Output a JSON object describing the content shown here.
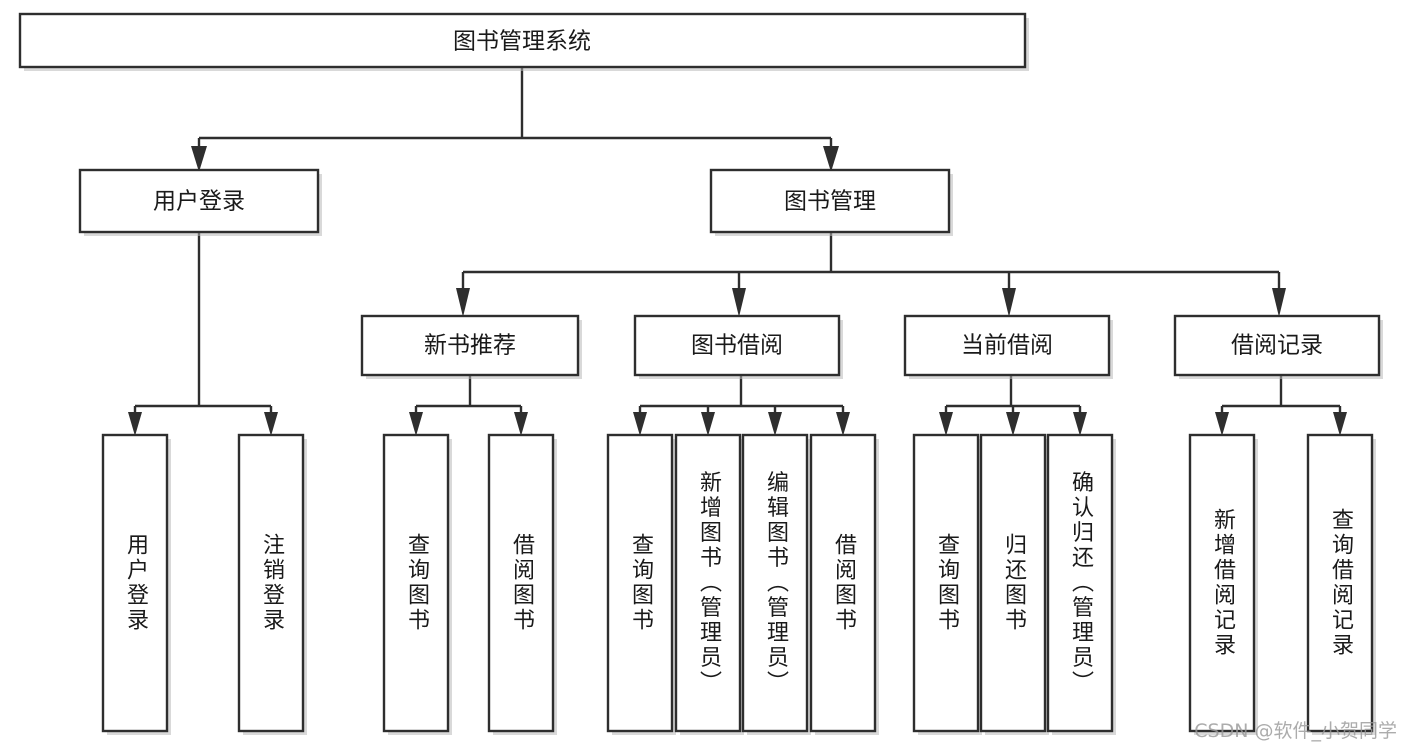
{
  "diagram": {
    "type": "tree-hierarchy",
    "title": "图书管理系统",
    "orientation": "top-down",
    "colors": {
      "stroke": "#2e2e2e",
      "fill": "#ffffff",
      "text": "#1a1a1a",
      "shadow": "#b9b9b9",
      "background": "#ffffff",
      "watermark": "#9a9a9a"
    },
    "levels": {
      "root": {
        "label": "图书管理系统"
      },
      "level2": [
        {
          "id": "user-login",
          "label": "用户登录"
        },
        {
          "id": "book-management",
          "label": "图书管理"
        }
      ],
      "level3": [
        {
          "id": "new-book-recommend",
          "label": "新书推荐",
          "parent": "book-management"
        },
        {
          "id": "book-borrow",
          "label": "图书借阅",
          "parent": "book-management"
        },
        {
          "id": "current-borrow",
          "label": "当前借阅",
          "parent": "book-management"
        },
        {
          "id": "borrow-record",
          "label": "借阅记录",
          "parent": "book-management"
        }
      ],
      "leaves": {
        "user-login": [
          {
            "id": "leaf-user-login",
            "label": "用户登录"
          },
          {
            "id": "leaf-user-logout",
            "label": "注销登录"
          }
        ],
        "new-book-recommend": [
          {
            "id": "leaf-query-book-1",
            "label": "查询图书"
          },
          {
            "id": "leaf-borrow-book-1",
            "label": "借阅图书"
          }
        ],
        "book-borrow": [
          {
            "id": "leaf-query-book-2",
            "label": "查询图书"
          },
          {
            "id": "leaf-add-book",
            "label": "新增图书（管理员）"
          },
          {
            "id": "leaf-edit-book",
            "label": "编辑图书（管理员）"
          },
          {
            "id": "leaf-borrow-book-2",
            "label": "借阅图书"
          }
        ],
        "current-borrow": [
          {
            "id": "leaf-query-book-3",
            "label": "查询图书"
          },
          {
            "id": "leaf-return-book",
            "label": "归还图书"
          },
          {
            "id": "leaf-confirm-return",
            "label": "确认归还（管理员）"
          }
        ],
        "borrow-record": [
          {
            "id": "leaf-add-record",
            "label": "新增借阅记录"
          },
          {
            "id": "leaf-query-record",
            "label": "查询借阅记录"
          }
        ]
      }
    },
    "watermark": "CSDN @软件_小贺同学"
  }
}
